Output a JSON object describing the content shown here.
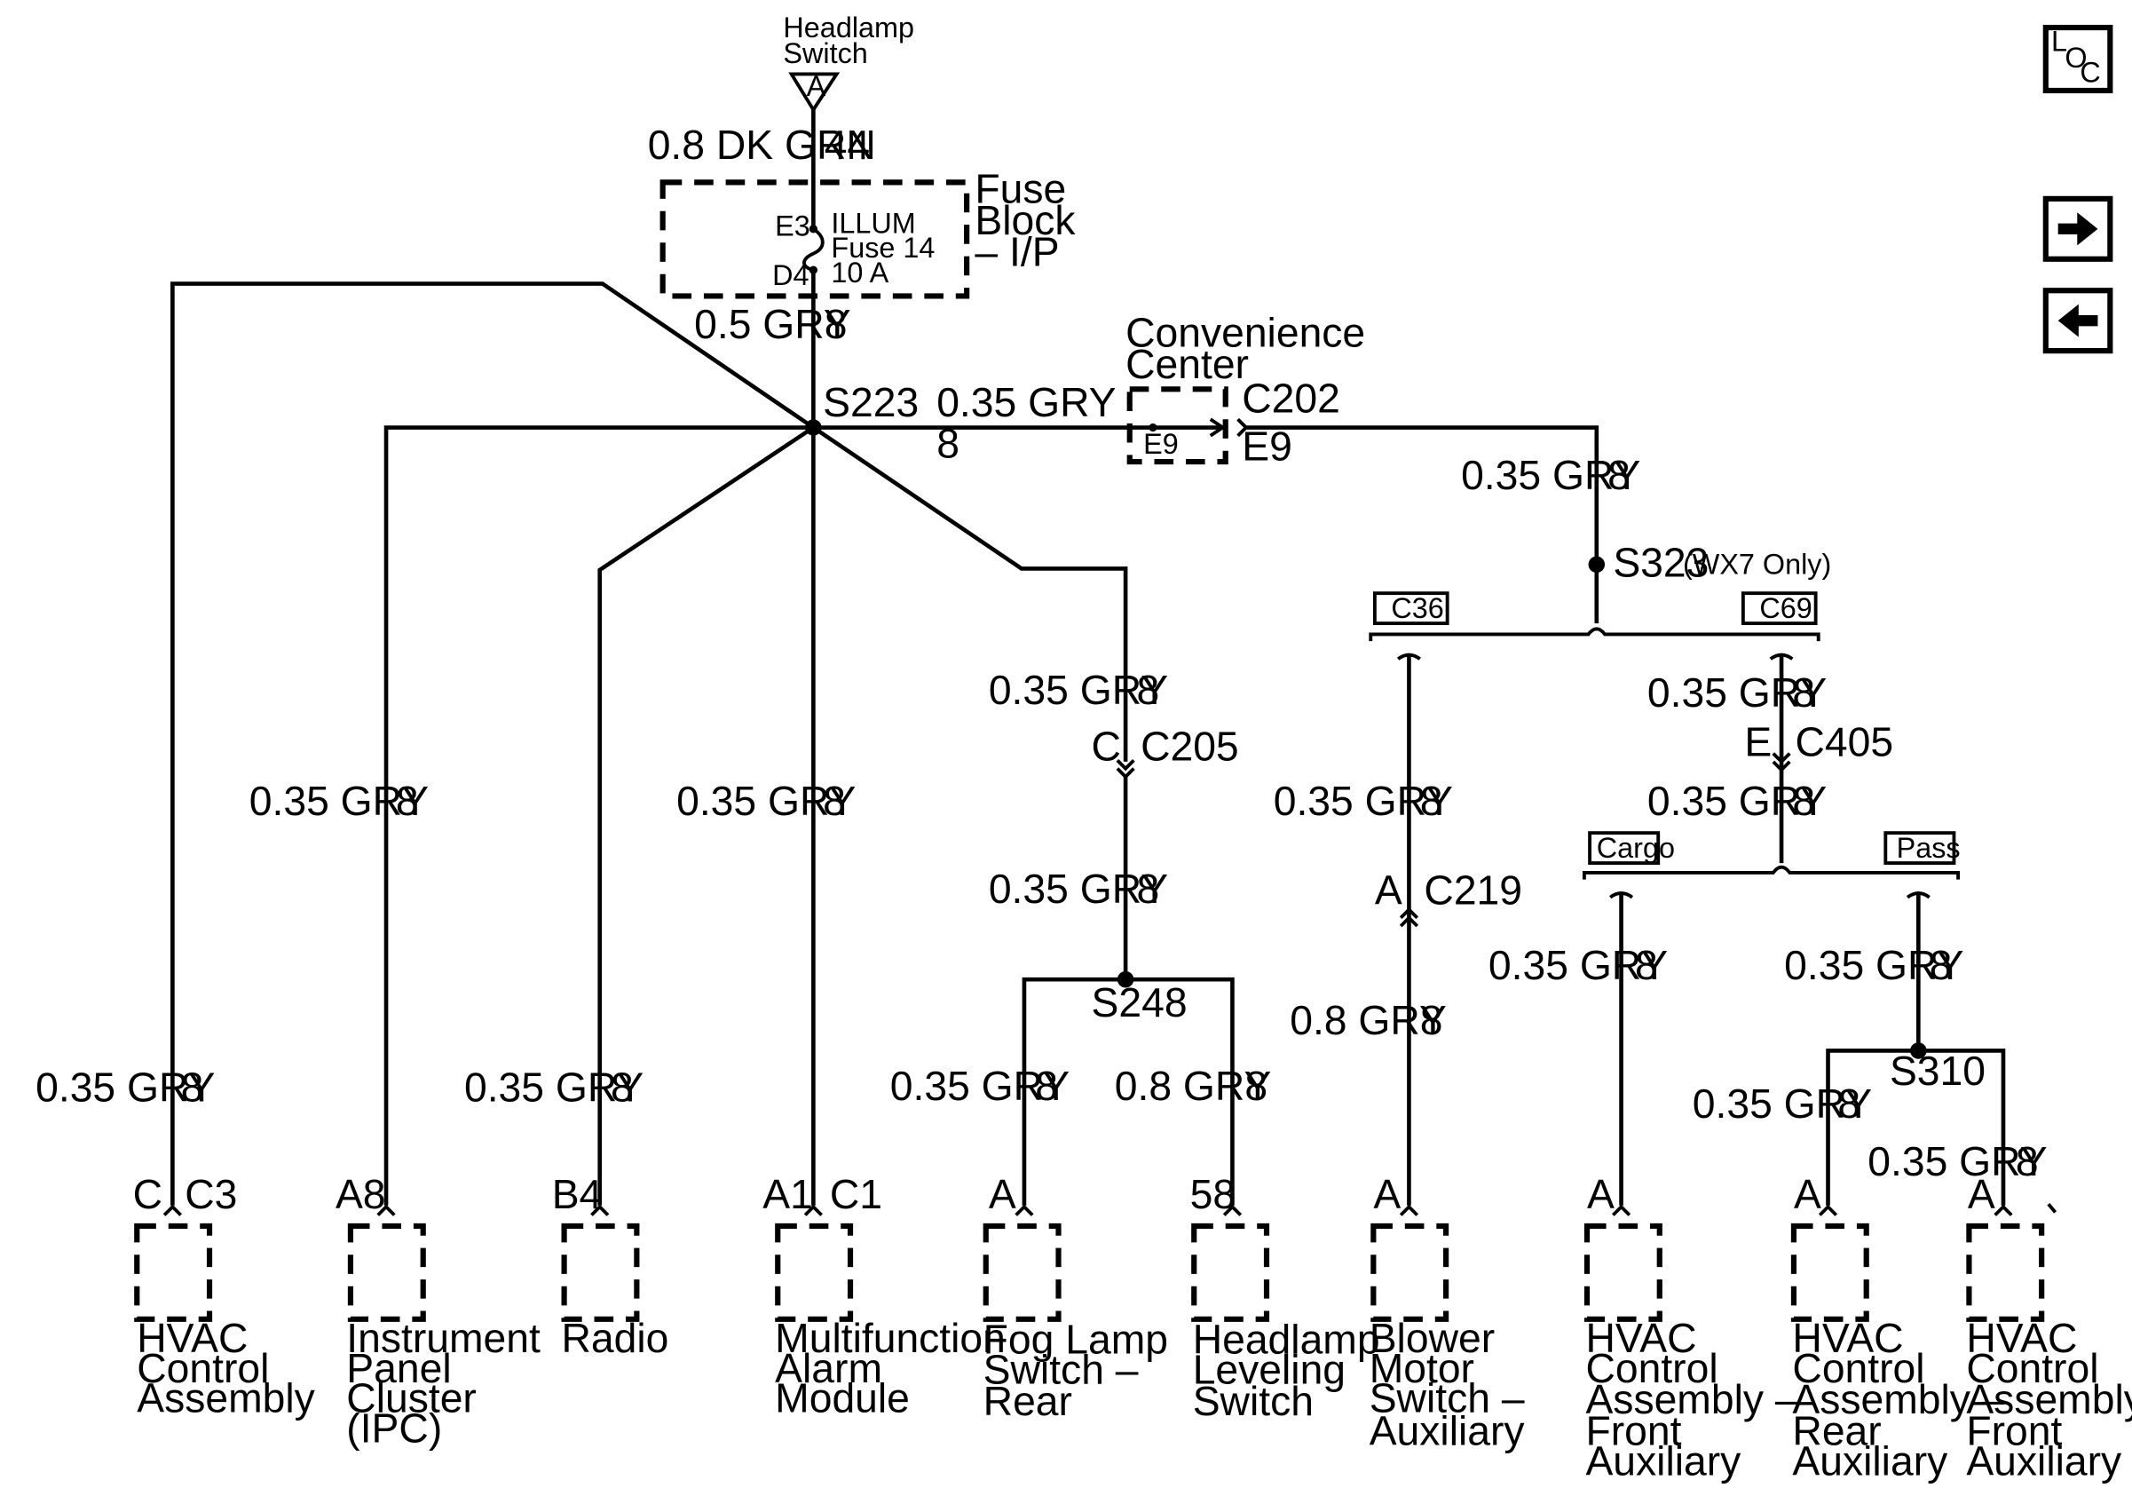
{
  "source": {
    "title": "Headlamp Switch",
    "line1": "Headlamp",
    "line2": "Switch",
    "pin": "A"
  },
  "top_wire": {
    "gauge_color": "0.8 DK GRN",
    "circuit": "44"
  },
  "fuse_block": {
    "name_line1": "Fuse",
    "name_line2": "Block",
    "name_line3": "– I/P",
    "fuse_name": "ILLUM",
    "fuse_num": "Fuse 14",
    "fuse_amp": "10 A",
    "pin_in": "E3",
    "pin_out": "D4"
  },
  "fuse_out_wire": {
    "gauge_color": "0.5 GRY",
    "circuit": "8"
  },
  "splice_main": "S223",
  "convenience_center": {
    "line1": "Convenience",
    "line2": "Center",
    "inner_pin": "E9",
    "conn": "C202",
    "conn_pin": "E9",
    "wire_in": {
      "gauge_color": "0.35 GRY",
      "circuit": "8"
    }
  },
  "right_branch": {
    "wire": {
      "gauge_color": "0.35 GRY",
      "circuit": "8"
    },
    "splice": "S323",
    "splice_note": "(WX7 Only)",
    "option_left": "C36",
    "option_right": "C69"
  },
  "c205": {
    "pin": "C",
    "conn": "C205",
    "wire_above": {
      "gauge_color": "0.35 GRY",
      "circuit": "8"
    },
    "wire_below": {
      "gauge_color": "0.35 GRY",
      "circuit": "8"
    }
  },
  "s248": "S248",
  "c219": {
    "pin": "A",
    "conn": "C219",
    "wire_above": {
      "gauge_color": "0.35 GRY",
      "circuit": "8"
    },
    "wire_below": {
      "gauge_color": "0.8 GRY",
      "circuit": "8"
    }
  },
  "c405": {
    "pin": "E",
    "conn": "C405",
    "wire_above": {
      "gauge_color": "0.35 GRY",
      "circuit": "8"
    },
    "wire_below": {
      "gauge_color": "0.35 GRY",
      "circuit": "8"
    }
  },
  "cargo_pass": {
    "left": "Cargo",
    "right": "Pass"
  },
  "s310": "S310",
  "components": [
    {
      "pin": "C",
      "conn": "C3",
      "wire": {
        "gauge_color": "0.35 GRY",
        "circuit": "8"
      },
      "lines": [
        "HVAC",
        "Control",
        "Assembly"
      ]
    },
    {
      "pin": "A8",
      "conn": "",
      "wire": {
        "gauge_color": "0.35 GRY",
        "circuit": "8"
      },
      "lines": [
        "Instrument",
        "Panel",
        "Cluster",
        "(IPC)"
      ]
    },
    {
      "pin": "B4",
      "conn": "",
      "wire": {
        "gauge_color": "0.35 GRY",
        "circuit": "8"
      },
      "lines": [
        "Radio"
      ]
    },
    {
      "pin": "A1",
      "conn": "C1",
      "wire": {
        "gauge_color": "0.35 GRY",
        "circuit": "8"
      },
      "lines": [
        "Multifunction",
        "Alarm",
        "Module"
      ]
    },
    {
      "pin": "A",
      "conn": "",
      "wire": {
        "gauge_color": "0.35 GRY",
        "circuit": "8"
      },
      "lines": [
        "Fog Lamp",
        "Switch –",
        "Rear"
      ]
    },
    {
      "pin": "58",
      "conn": "",
      "wire": {
        "gauge_color": "0.8 GRY",
        "circuit": "8"
      },
      "lines": [
        "Headlamp",
        "Leveling",
        "Switch"
      ]
    },
    {
      "pin": "A",
      "conn": "",
      "wire": {
        "gauge_color": "",
        "circuit": ""
      },
      "lines": [
        "Blower",
        "Motor",
        "Switch –",
        "Auxiliary"
      ]
    },
    {
      "pin": "A",
      "conn": "",
      "wire": {
        "gauge_color": "0.35 GRY",
        "circuit": "8"
      },
      "lines": [
        "HVAC",
        "Control",
        "Assembly –",
        "Front",
        "Auxiliary"
      ]
    },
    {
      "pin": "A",
      "conn": "",
      "wire": {
        "gauge_color": "0.35 GRY",
        "circuit": "8"
      },
      "lines": [
        "HVAC",
        "Control",
        "Assembly –",
        "Rear",
        "Auxiliary"
      ]
    },
    {
      "pin": "A",
      "conn": "",
      "wire": {
        "gauge_color": "0.35 GRY",
        "circuit": "8"
      },
      "lines": [
        "HVAC",
        "Control",
        "Assembly –",
        "Front",
        "Auxiliary"
      ]
    }
  ],
  "pass_wire": {
    "gauge_color": "0.35 GRY",
    "circuit": "8"
  },
  "cargo_wire": {
    "gauge_color": "0.35 GRY",
    "circuit": "8"
  },
  "nav": {
    "loc_l": "L",
    "loc_o": "O",
    "loc_c": "C",
    "next_icon": "arrow-right-icon",
    "prev_icon": "arrow-left-icon"
  }
}
